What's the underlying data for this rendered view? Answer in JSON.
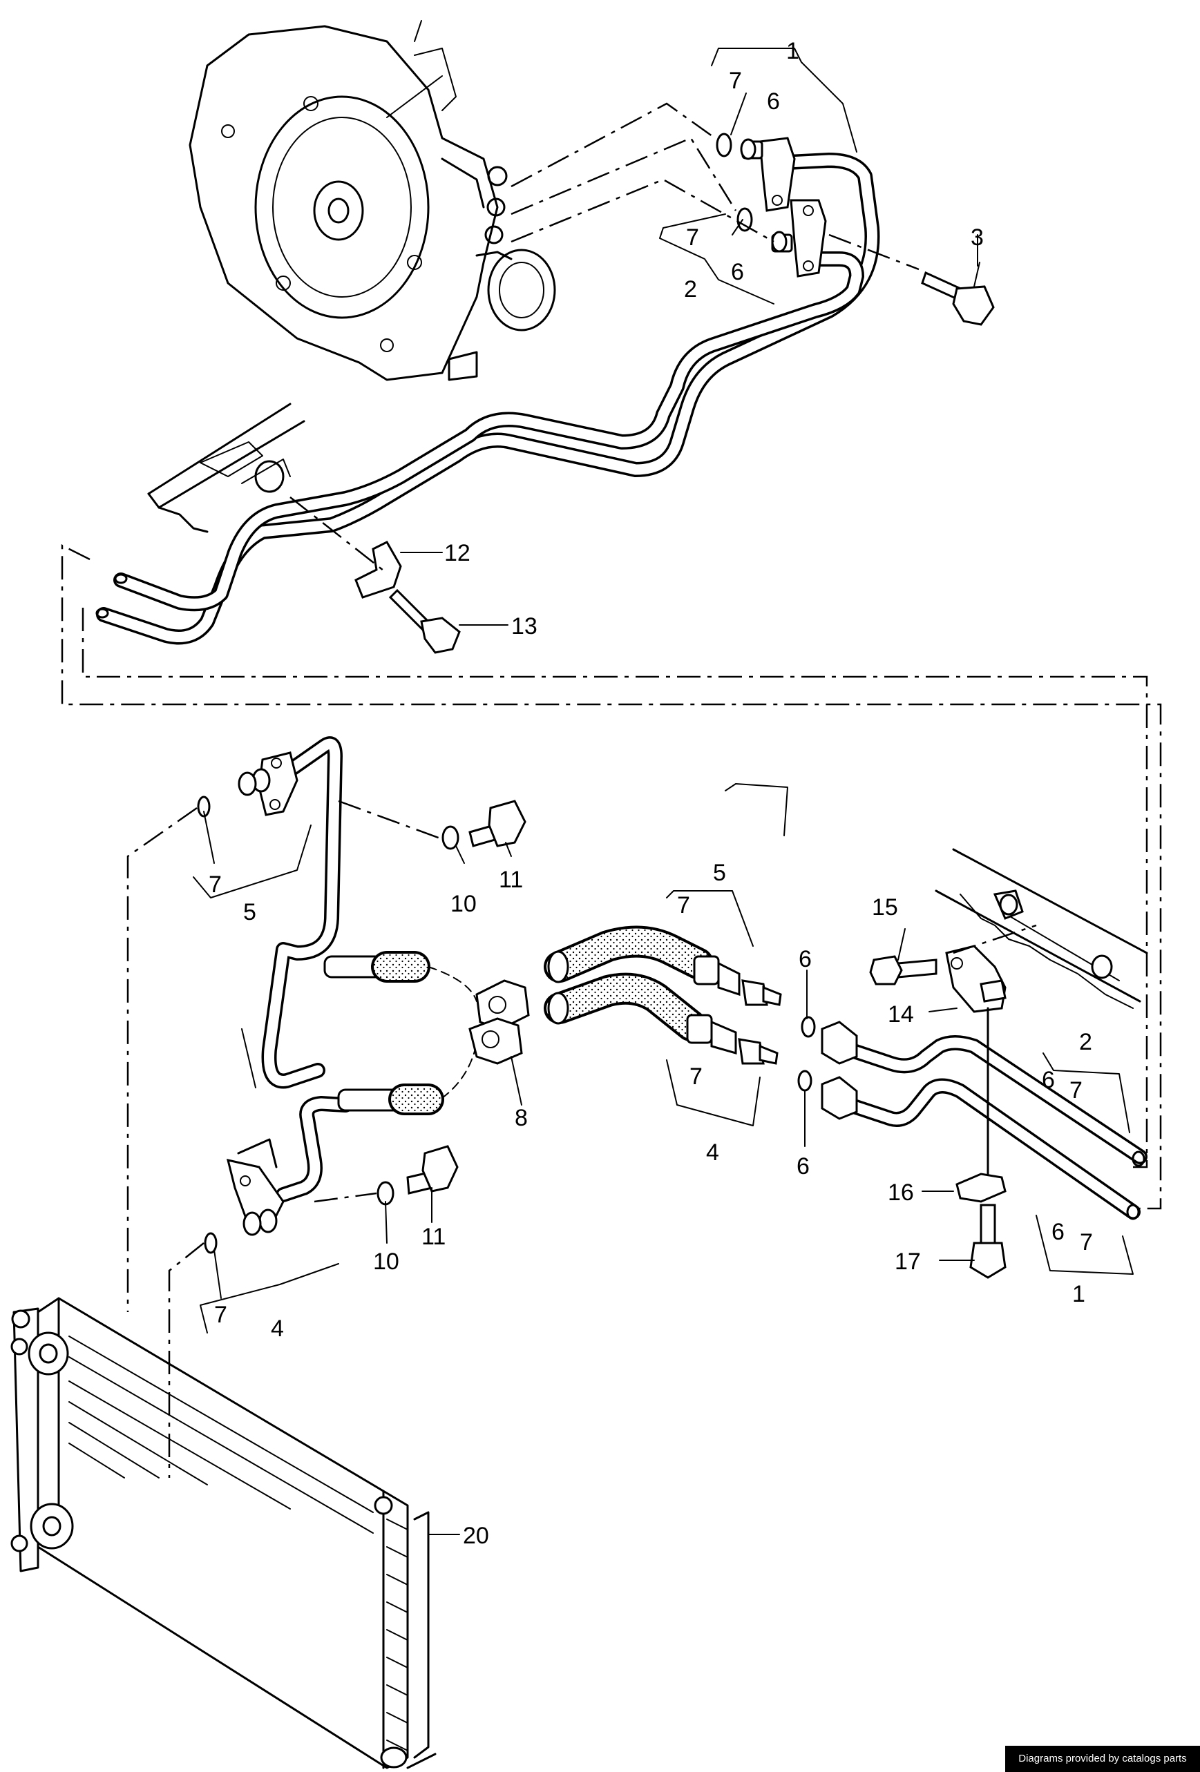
{
  "callouts": {
    "top_1": "1",
    "top_6a": "6",
    "top_7a": "7",
    "top_7b": "7",
    "top_6b": "6",
    "top_2": "2",
    "top_3": "3",
    "mid_12": "12",
    "mid_13": "13",
    "left_7a": "7",
    "left_5": "5",
    "left_10a": "10",
    "left_11a": "11",
    "hose_5": "5",
    "hose_7a": "7",
    "hose_6a": "6",
    "bolt_15": "15",
    "bracket_14": "14",
    "right_2": "2",
    "right_6a": "6",
    "right_7a": "7",
    "clamp_8": "8",
    "hose_7b": "7",
    "hose_4": "4",
    "hose_6b": "6",
    "clip_16": "16",
    "bolt_17": "17",
    "right_6b": "6",
    "right_7b": "7",
    "right_1": "1",
    "left_10b": "10",
    "left_11b": "11",
    "left_7b": "7",
    "left_4": "4",
    "radiator_20": "20"
  },
  "credit": "Diagrams provided by catalogs parts"
}
